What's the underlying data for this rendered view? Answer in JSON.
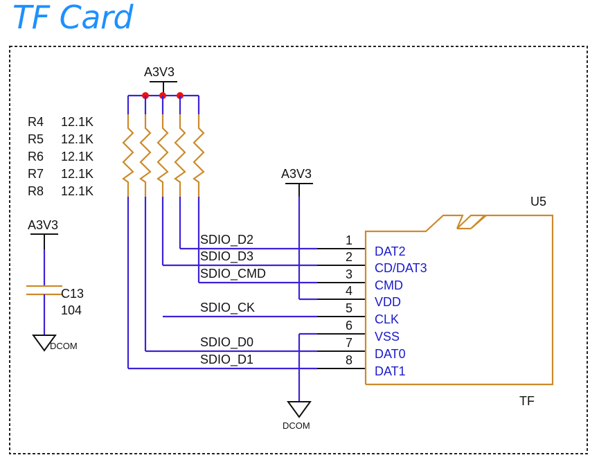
{
  "title": "TF Card",
  "supply_label": "A3V3",
  "ground_label": "DCOM",
  "resistors": [
    {
      "ref": "R4",
      "value": "12.1K"
    },
    {
      "ref": "R5",
      "value": "12.1K"
    },
    {
      "ref": "R6",
      "value": "12.1K"
    },
    {
      "ref": "R7",
      "value": "12.1K"
    },
    {
      "ref": "R8",
      "value": "12.1K"
    }
  ],
  "capacitor": {
    "ref": "C13",
    "value": "104"
  },
  "connector": {
    "ref": "U5",
    "type": "TF"
  },
  "pins": [
    {
      "num": "1",
      "name": "DAT2"
    },
    {
      "num": "2",
      "name": "CD/DAT3"
    },
    {
      "num": "3",
      "name": "CMD"
    },
    {
      "num": "4",
      "name": "VDD"
    },
    {
      "num": "5",
      "name": "CLK"
    },
    {
      "num": "6",
      "name": "VSS"
    },
    {
      "num": "7",
      "name": "DAT0"
    },
    {
      "num": "8",
      "name": "DAT1"
    }
  ],
  "nets": {
    "sdio_d2": "SDIO_D2",
    "sdio_d3": "SDIO_D3",
    "sdio_cmd": "SDIO_CMD",
    "sdio_ck": "SDIO_CK",
    "sdio_d0": "SDIO_D0",
    "sdio_d1": "SDIO_D1"
  },
  "colors": {
    "title": "#1e90ff",
    "wire": "#3b22d6",
    "component": "#cc8a2a",
    "junction": "#ee1111",
    "pin_name": "#1a1acc"
  }
}
